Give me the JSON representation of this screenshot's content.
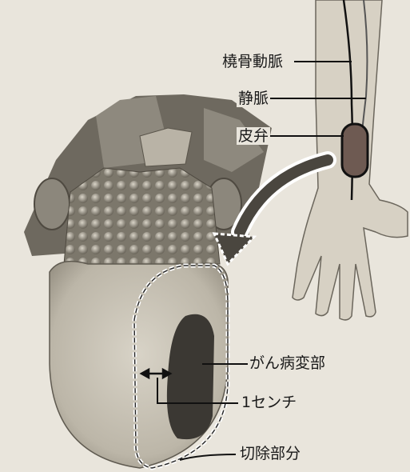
{
  "labels": {
    "radial_artery": "橈骨動脈",
    "vein": "静脈",
    "skin_flap": "皮弁",
    "cancer_lesion": "がん病変部",
    "margin": "1センチ",
    "resection": "切除部分"
  }
}
